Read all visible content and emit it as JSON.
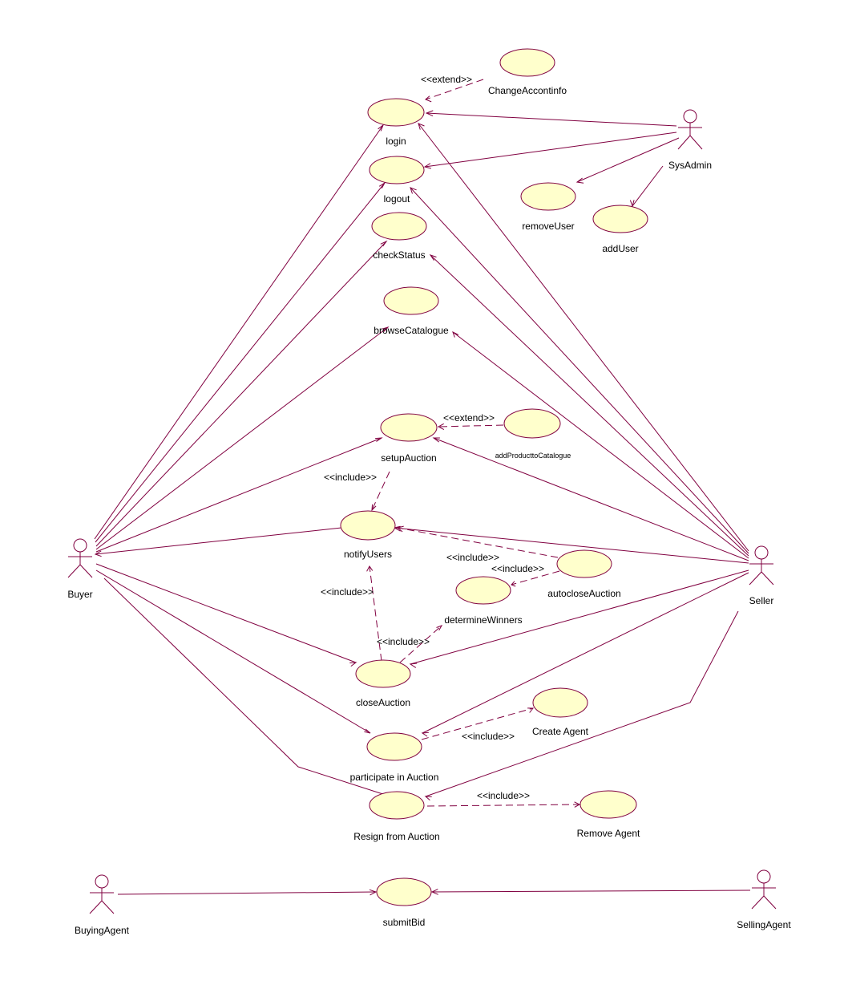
{
  "diagram": {
    "colors": {
      "line": "#800040",
      "use_case_fill": "#ffffcc",
      "background": "#ffffff"
    },
    "actors": {
      "buyer": "Buyer",
      "seller": "Seller",
      "sysadmin": "SysAdmin",
      "buying_agent": "BuyingAgent",
      "selling_agent": "SellingAgent"
    },
    "use_cases": {
      "change_account_info": "ChangeAccontinfo",
      "login": "login",
      "logout": "logout",
      "check_status": "checkStatus",
      "browse_catalogue": "browseCatalogue",
      "setup_auction": "setupAuction",
      "add_product_to_catalogue": "addProducttoCatalogue",
      "notify_users": "notifyUsers",
      "autoclose_auction": "autocloseAuction",
      "determine_winners": "determineWinners",
      "close_auction": "closeAuction",
      "create_agent": "Create Agent",
      "participate_in_auction": "participate in Auction",
      "resign_from_auction": "Resign from Auction",
      "remove_agent": "Remove Agent",
      "remove_user": "removeUser",
      "add_user": "addUser",
      "submit_bid": "submitBid"
    },
    "stereotypes": {
      "extend_change_account": "<<extend>>",
      "extend_add_product": "<<extend>>",
      "include_setup_notify": "<<include>>",
      "include_autoclose_notify": "<<include>>",
      "include_autoclose_determine": "<<include>>",
      "include_close_notify": "<<include>>",
      "include_close_determine": "<<include>>",
      "include_participate_create": "<<include>>",
      "include_resign_remove": "<<include>>"
    }
  }
}
